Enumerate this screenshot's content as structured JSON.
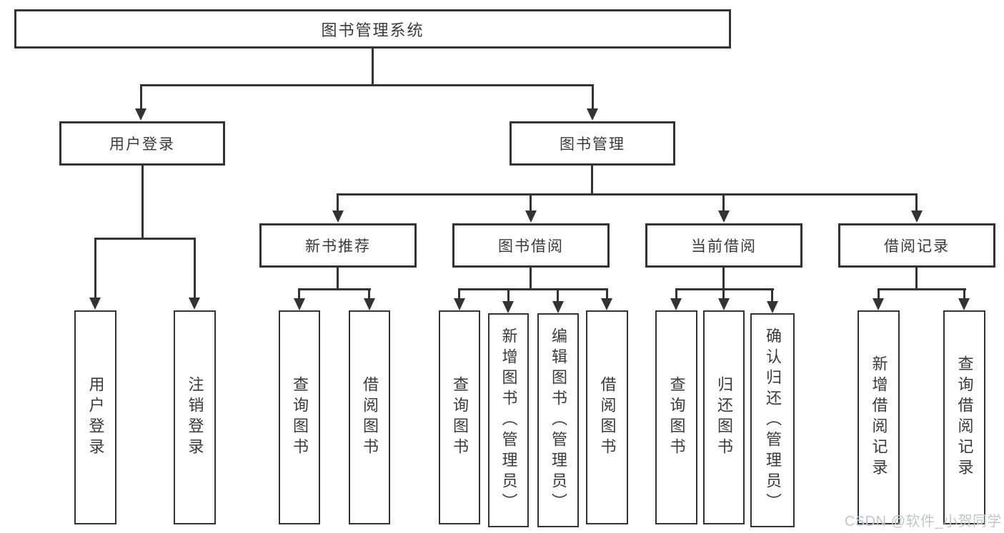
{
  "nodes": {
    "root": "图书管理系统",
    "user_login": "用户登录",
    "book_mgmt": "图书管理",
    "new_books": "新书推荐",
    "book_borrow": "图书借阅",
    "current_borrow": "当前借阅",
    "borrow_records": "借阅记录",
    "leaf_user_login": "用户登录",
    "leaf_logout": "注销登录",
    "leaf_nb_query": "查询图书",
    "leaf_nb_borrow": "借阅图书",
    "leaf_bb_query": "查询图书",
    "leaf_bb_add": "新增图书（管理员）",
    "leaf_bb_edit": "编辑图书（管理员）",
    "leaf_bb_borrow": "借阅图书",
    "leaf_cb_query": "查询图书",
    "leaf_cb_return": "归还图书",
    "leaf_cb_confirm": "确认归还（管理员）",
    "leaf_br_add": "新增借阅记录",
    "leaf_br_query": "查询借阅记录"
  },
  "watermark": "CSDN @软件_小贺同学",
  "colors": {
    "stroke": "#333333",
    "text": "#3a3a3a",
    "watermark": "#c2c6cc",
    "background": "#ffffff"
  }
}
